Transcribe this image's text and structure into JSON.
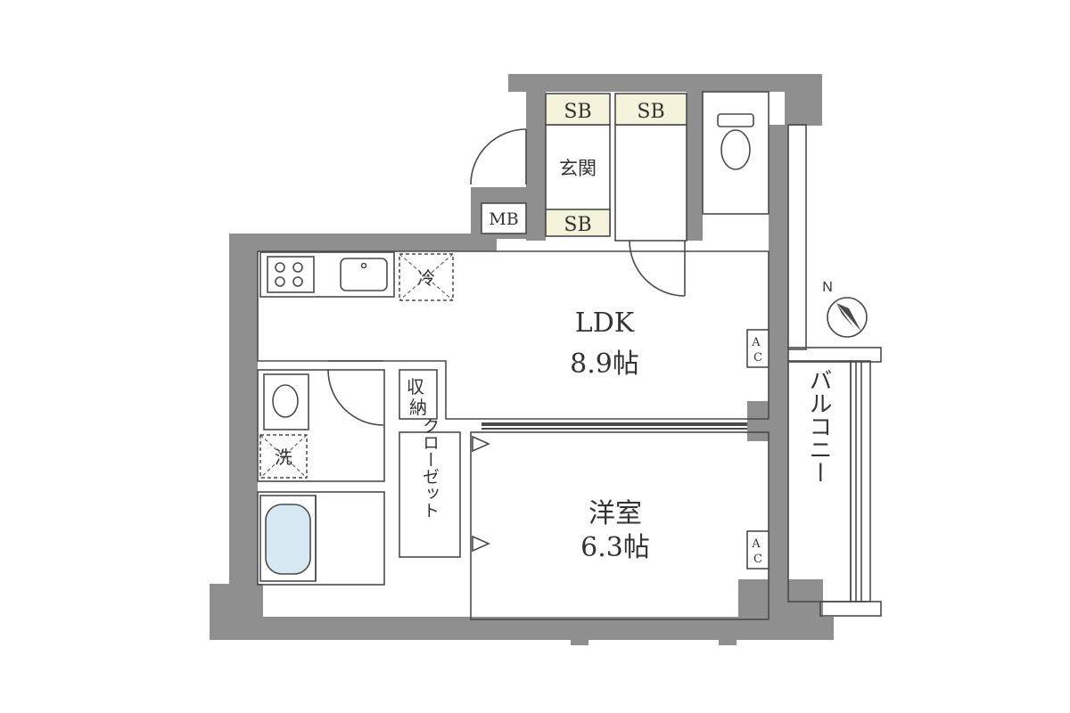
{
  "colors": {
    "wall": "#8f8f8f",
    "ldk_floor": "#f5ecf0",
    "bedroom_floor": "#f6edf1",
    "wet_area": "#d6e9f3",
    "storage": "#f6f3dc",
    "balcony": "#ebebeb",
    "entrance": "#e6e6e6",
    "white": "#ffffff",
    "line": "#4a4a4a"
  },
  "rooms": {
    "ldk": {
      "name": "LDK",
      "size": "8.9帖"
    },
    "bedroom": {
      "name": "洋室",
      "size": "6.3帖"
    },
    "entrance": {
      "name": "玄関"
    },
    "balcony": {
      "name": "バルコニー"
    }
  },
  "labels": {
    "sb1": "SB",
    "sb2": "SB",
    "sb3": "SB",
    "mb": "MB",
    "refrigerator": "冷",
    "washer": "洗",
    "storage": "収納",
    "closet": "クローゼット",
    "ac1": "AC",
    "ac2": "AC",
    "north": "N"
  },
  "icons": {
    "stove": "gas-stove-icon",
    "sink": "kitchen-sink-icon",
    "toilet": "toilet-icon",
    "washbasin": "washbasin-icon",
    "bathtub": "bathtub-icon",
    "compass": "north-arrow-icon"
  }
}
